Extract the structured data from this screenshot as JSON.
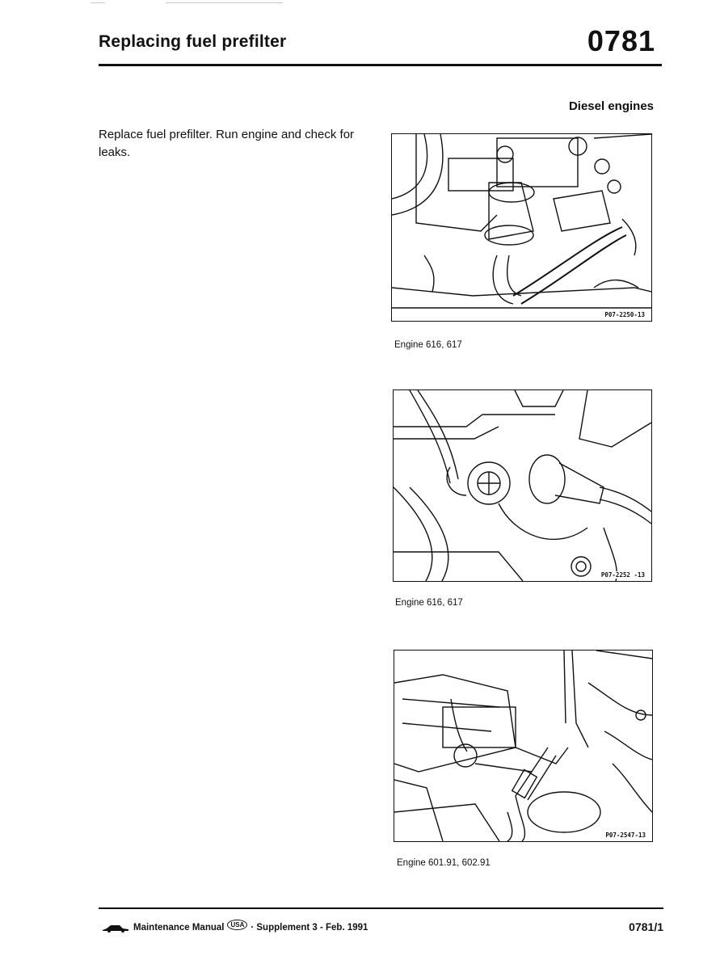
{
  "header": {
    "title": "Replacing fuel prefilter",
    "doc_number": "0781"
  },
  "section_label": "Diesel engines",
  "instructions": "Replace fuel prefilter. Run engine and check for leaks.",
  "figures": [
    {
      "code": "P07-2250-13",
      "caption": "Engine 616, 617"
    },
    {
      "code": "P07-2252 -13",
      "caption": "Engine 616, 617"
    },
    {
      "code": "P07-2547-13",
      "caption": "Engine 601.91, 602.91"
    }
  ],
  "footer": {
    "manual": "Maintenance Manual",
    "badge": "USA",
    "supplement": "· Supplement 3 - Feb. 1991",
    "page": "0781/1"
  }
}
